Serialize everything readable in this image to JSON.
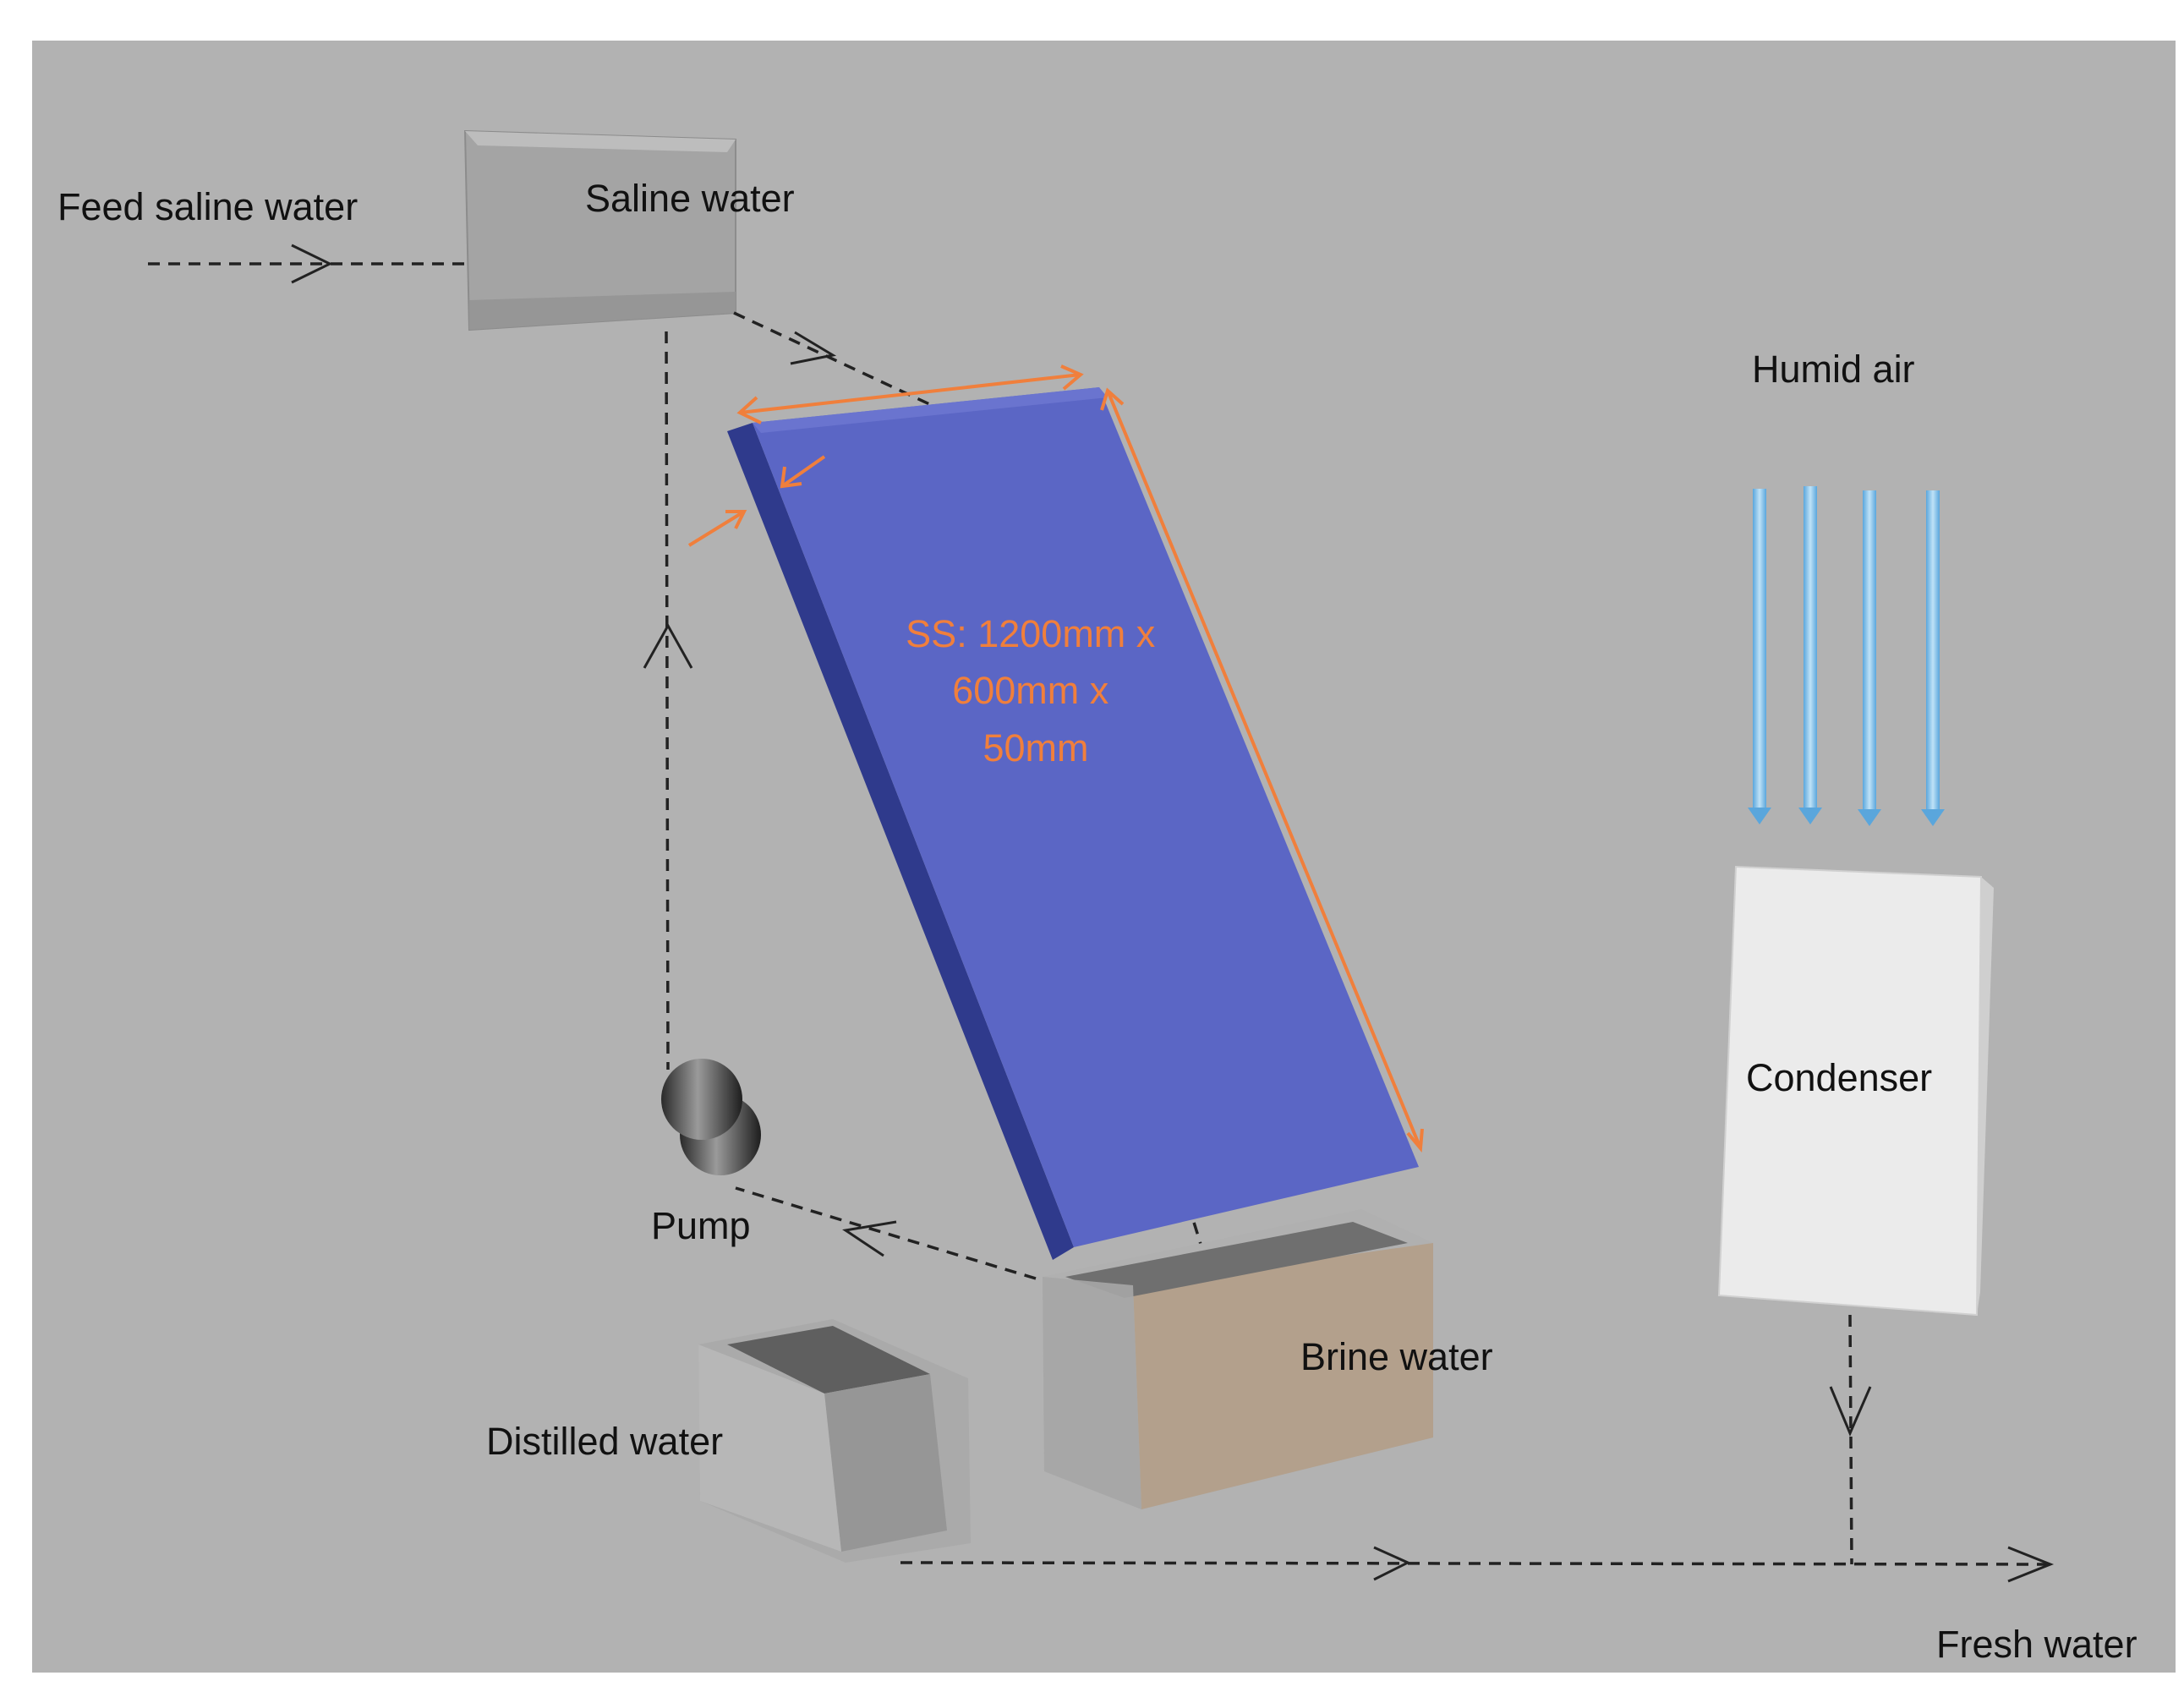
{
  "labels": {
    "feed_saline_water": "Feed saline water",
    "saline_water": "Saline water",
    "humid_air": "Humid air",
    "panel_dimension_lines": [
      "SS: 1200mm x",
      "600mm x",
      "50mm"
    ],
    "condenser": "Condenser",
    "pump": "Pump",
    "brine_water": "Brine water",
    "distilled_water": "Distilled water",
    "fresh_water": "Fresh water"
  },
  "colors": {
    "background": "#b2b2b2",
    "panel_face": "#5b66c5",
    "panel_edge": "#2f3a8c",
    "dimension": "#f07f3c",
    "humid_air_arrow": "#8cc6ec",
    "condenser": "#ebebeb",
    "brine_fill": "#b49d86",
    "flow_line": "#222222"
  }
}
